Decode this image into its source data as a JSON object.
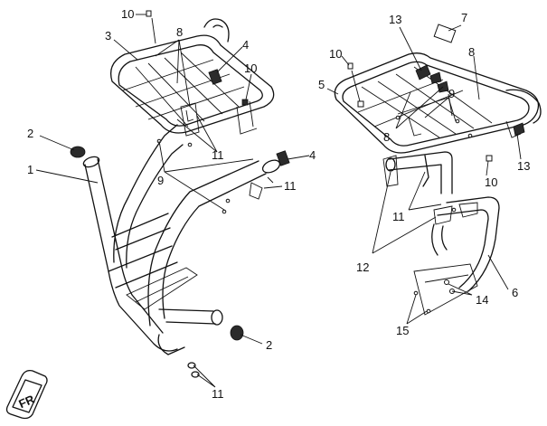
{
  "callouts": [
    {
      "id": "c1",
      "text": "1"
    },
    {
      "id": "c2a",
      "text": "2"
    },
    {
      "id": "c2b",
      "text": "2"
    },
    {
      "id": "c3",
      "text": "3"
    },
    {
      "id": "c4a",
      "text": "4"
    },
    {
      "id": "c4b",
      "text": "4"
    },
    {
      "id": "c5",
      "text": "5"
    },
    {
      "id": "c6",
      "text": "6"
    },
    {
      "id": "c7",
      "text": "7"
    },
    {
      "id": "c8a",
      "text": "8"
    },
    {
      "id": "c8b",
      "text": "8"
    },
    {
      "id": "c8c",
      "text": "8"
    },
    {
      "id": "c9a",
      "text": "9"
    },
    {
      "id": "c9b",
      "text": "9"
    },
    {
      "id": "c10a",
      "text": "10"
    },
    {
      "id": "c10b",
      "text": "10"
    },
    {
      "id": "c10c",
      "text": "10"
    },
    {
      "id": "c10d",
      "text": "10"
    },
    {
      "id": "c11a",
      "text": "11"
    },
    {
      "id": "c11b",
      "text": "11"
    },
    {
      "id": "c11c",
      "text": "11"
    },
    {
      "id": "c11d",
      "text": "11"
    },
    {
      "id": "c12",
      "text": "12"
    },
    {
      "id": "c13a",
      "text": "13"
    },
    {
      "id": "c13b",
      "text": "13"
    },
    {
      "id": "c14",
      "text": "14"
    },
    {
      "id": "c15",
      "text": "15"
    }
  ],
  "logo": {
    "text": "FR"
  }
}
